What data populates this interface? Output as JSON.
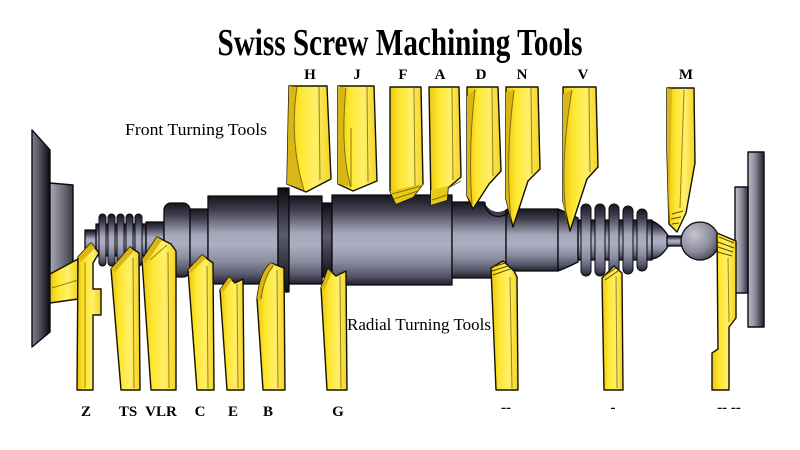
{
  "title": "Swiss Screw Machining Tools",
  "sections": {
    "front_label": "Front Turning Tools",
    "radial_label": "Radial Turning Tools"
  },
  "front_tools": [
    {
      "label": "H"
    },
    {
      "label": "J"
    },
    {
      "label": "F"
    },
    {
      "label": "A"
    },
    {
      "label": "D"
    },
    {
      "label": "N"
    },
    {
      "label": "V"
    },
    {
      "label": "M"
    }
  ],
  "radial_tools": [
    {
      "label": "Z"
    },
    {
      "label": "TS"
    },
    {
      "label": "VLR"
    },
    {
      "label": "C"
    },
    {
      "label": "E"
    },
    {
      "label": "B"
    },
    {
      "label": "G"
    },
    {
      "label": "--"
    },
    {
      "label": "-"
    },
    {
      "label": "-- --"
    }
  ],
  "colors": {
    "background": "#ffffff",
    "text": "#000000",
    "tool_yellow": "#ffe72e",
    "tool_yellow_light": "#fff27f",
    "tool_yellow_dark": "#d9b716",
    "metal_light": "#aeaec2",
    "metal_dark": "#17171f",
    "outline": "#0a0a12"
  }
}
